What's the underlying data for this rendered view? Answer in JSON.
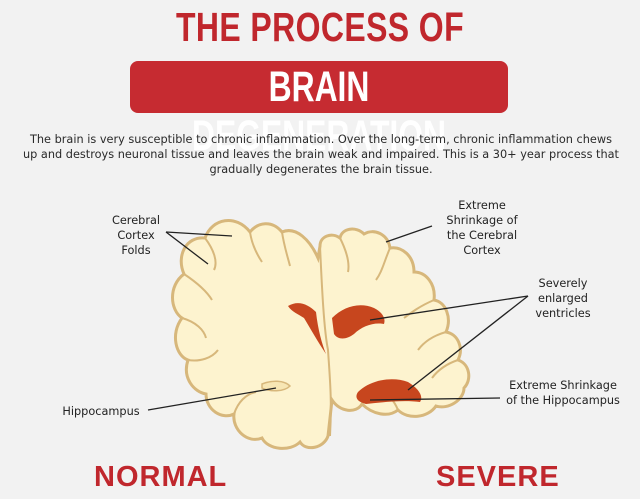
{
  "title": {
    "line1": "THE PROCESS OF",
    "line2": "BRAIN DEGENERATION"
  },
  "intro": "The brain is very susceptible to chronic inflammation. Over the long-term, chronic inflammation chews up and destroys neuronal tissue and leaves the brain weak and impaired. This is a 30+ year process that gradually degenerates the brain tissue.",
  "labels": {
    "cerebral_folds": [
      "Cerebral",
      "Cortex",
      "Folds"
    ],
    "extreme_shrinkage_cortex": [
      "Extreme",
      "Shrinkage of",
      "the Cerebral",
      "Cortex"
    ],
    "enlarged_ventricles": [
      "Severely",
      "enlarged",
      "ventricles"
    ],
    "hippocampus": "Hippocampus",
    "shrinkage_hippocampus": [
      "Extreme Shrinkage",
      "of the Hippocampus"
    ]
  },
  "captions": {
    "normal": "NORMAL",
    "severe": "SEVERE"
  },
  "colors": {
    "accent_red": "#c0272d",
    "brain_fill": "#fdf3cf",
    "brain_outline": "#d7b77b",
    "ventricle": "#c7461e"
  }
}
